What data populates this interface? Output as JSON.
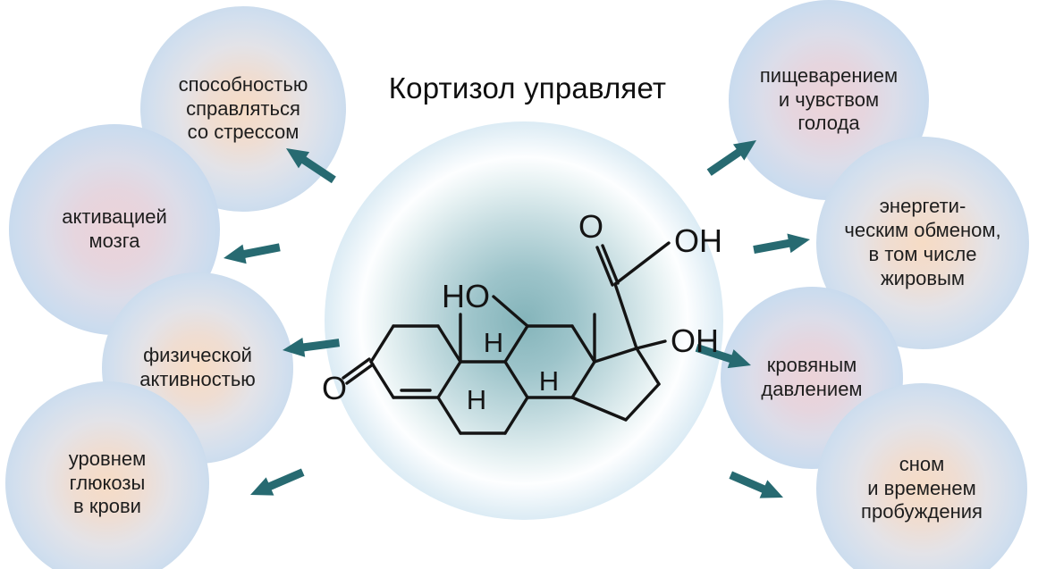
{
  "title": "Кортизол управляет",
  "colors": {
    "arrow": "#276a71",
    "bond": "#141414",
    "text": "#1d1d1d",
    "title": "#0f0f0f"
  },
  "molecule": {
    "name": "cortisol chemical structure",
    "labels": {
      "ho": "HO",
      "o_ketone": "O",
      "o_top": "O",
      "oh_top": "OH",
      "oh_side": "OH",
      "h_1": "H",
      "h_2": "H",
      "h_3": "H"
    }
  },
  "bubbles": [
    {
      "id": "stress",
      "label": "способностью\nсправляться\nсо стрессом"
    },
    {
      "id": "brain",
      "label": "активацией\nмозга"
    },
    {
      "id": "physical",
      "label": "физической\nактивностью"
    },
    {
      "id": "glucose",
      "label": "уровнем\nглюкозы\nв крови"
    },
    {
      "id": "digestion",
      "label": "пищеварением\nи чувством\nголода"
    },
    {
      "id": "energy",
      "label": "энергети-\nческим обменом,\nв том числе\nжировым"
    },
    {
      "id": "pressure",
      "label": "кровяным\nдавлением"
    },
    {
      "id": "sleep",
      "label": "сном\nи временем\nпробуждения"
    }
  ]
}
